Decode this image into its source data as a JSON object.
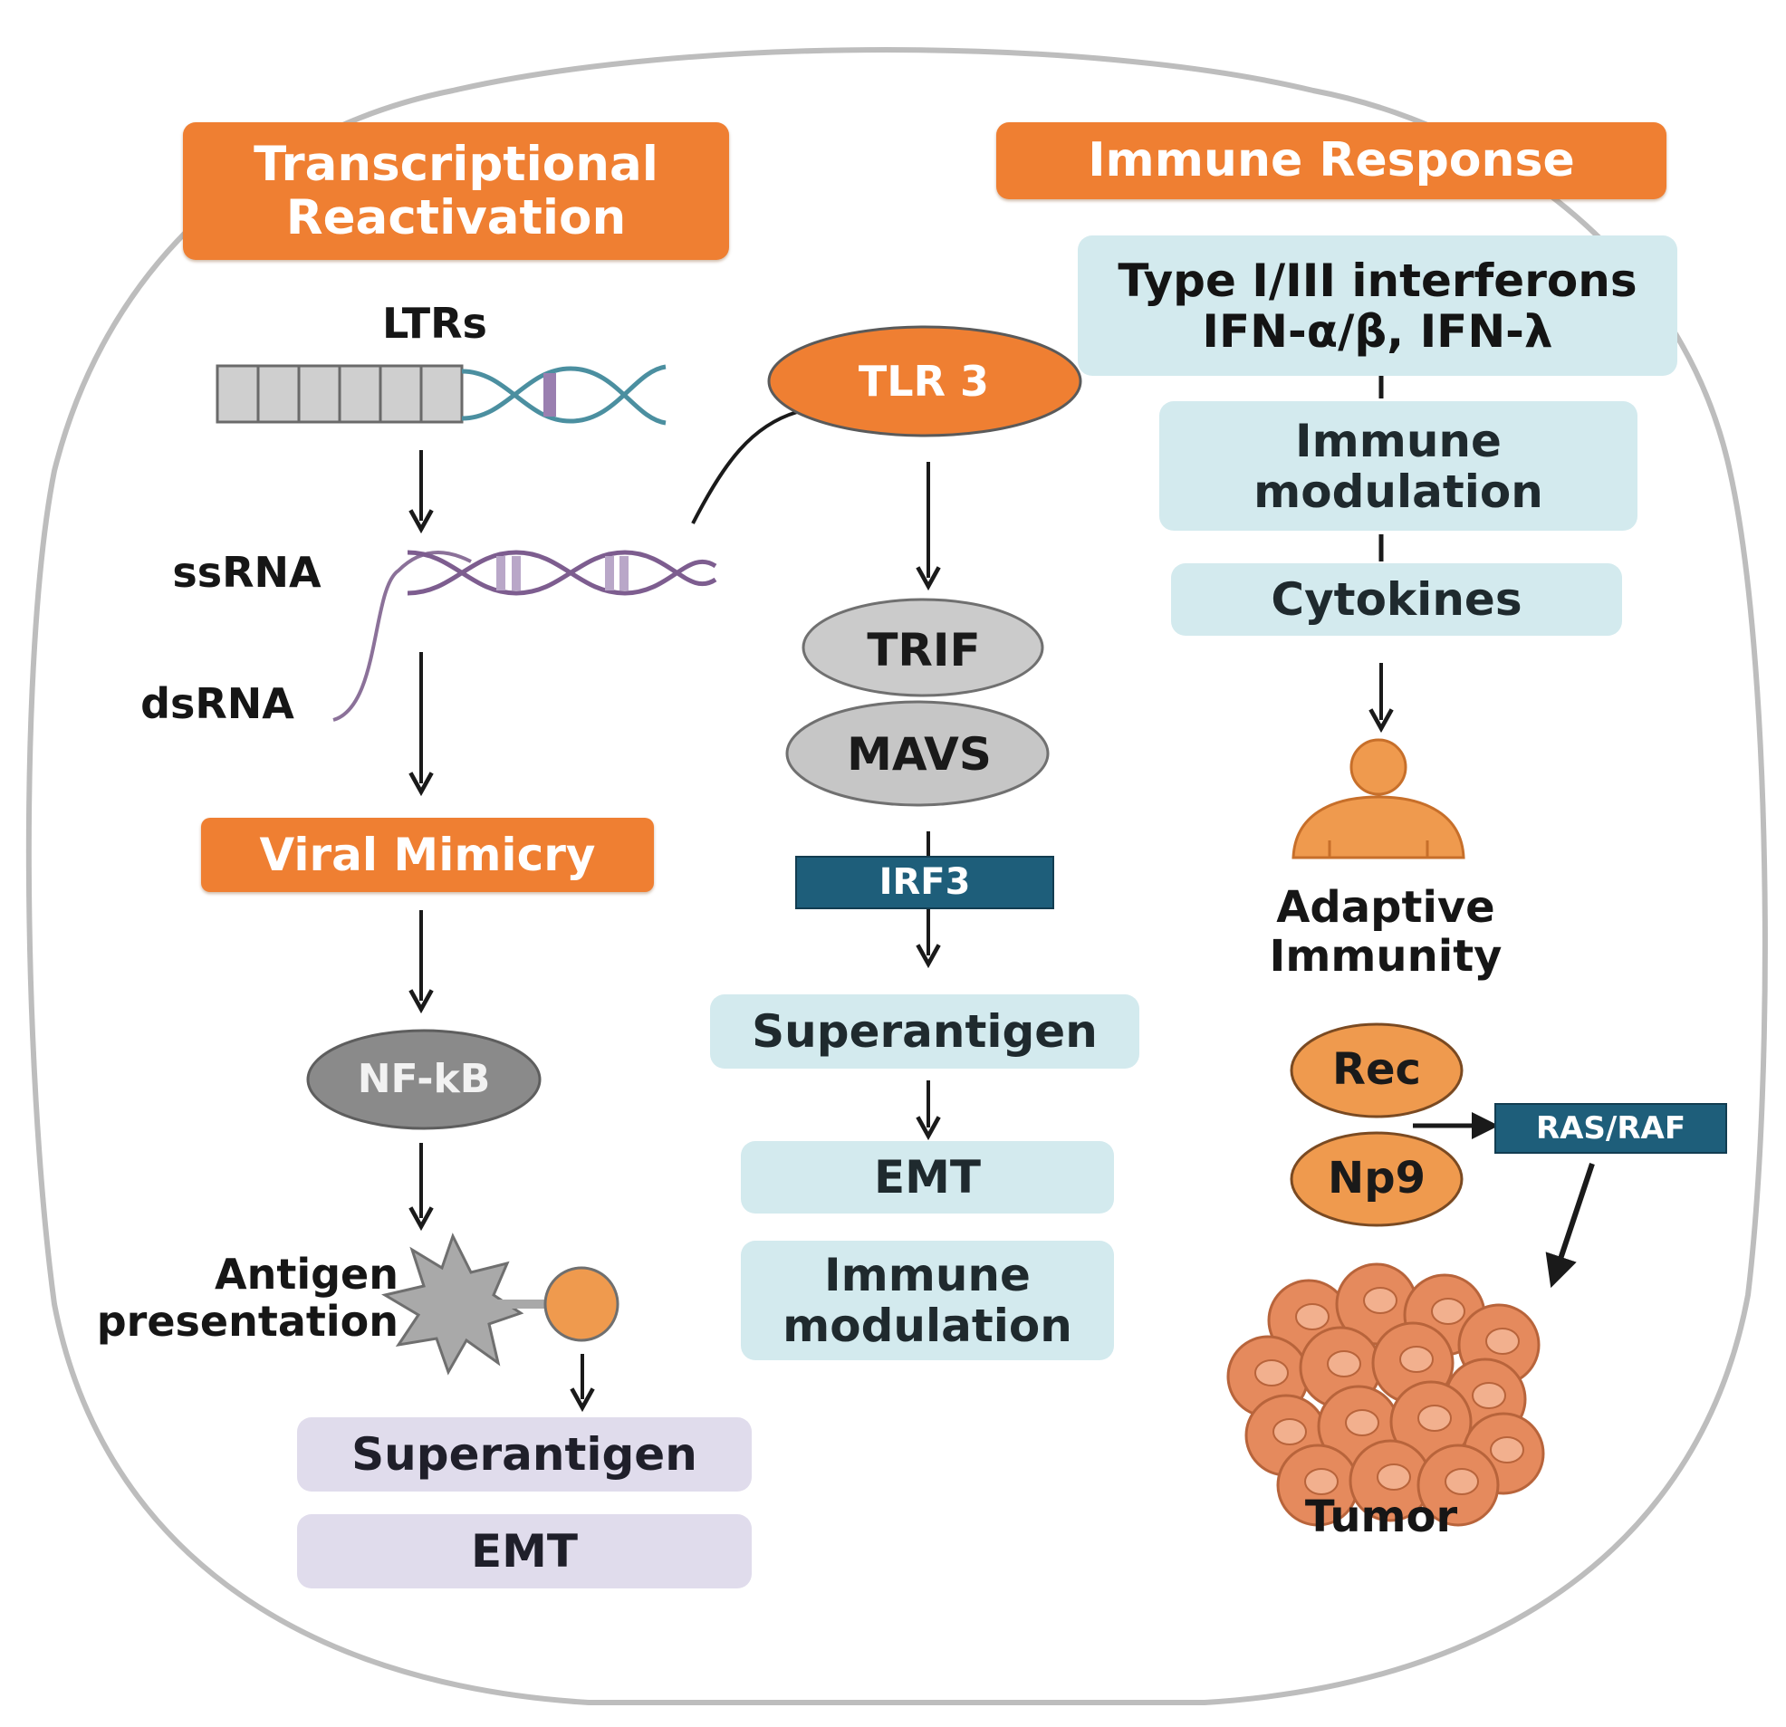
{
  "left": {
    "header": "Transcriptional\nReactivation",
    "ltrs": "LTRs",
    "ssrna": "ssRNA",
    "dsrna": "dsRNA",
    "viral_mimicry": "Viral Mimicry",
    "nfkb": "NF-kB",
    "antigen_presentation": "Antigen\npresentation",
    "superantigen": "Superantigen",
    "emt": "EMT"
  },
  "middle": {
    "tlr3": "TLR 3",
    "trif": "TRIF",
    "mavs": "MAVS",
    "irf3": "IRF3",
    "superantigen": "Superantigen",
    "emt": "EMT",
    "immune_modulation": "Immune\nmodulation"
  },
  "right": {
    "header": "Immune Response",
    "interferons": "Type I/III interferons\nIFN-α/β, IFN-λ",
    "immune_modulation": "Immune\nmodulation",
    "cytokines": "Cytokines",
    "adaptive_immunity": "Adaptive\nImmunity",
    "rec": "Rec",
    "np9": "Np9",
    "ras_raf": "RAS/RAF",
    "tumor": "Tumor"
  },
  "colors": {
    "orange": "#ef7f32",
    "light_blue": "#d3eaee",
    "lavender": "#e0dcec",
    "teal": "#1e5e7a",
    "gray_oval": "#c9c9c9",
    "dark_gray_oval": "#8a8a8a",
    "tumor_cell": "#e58a5d",
    "cell_membrane": "#bdbdbd"
  }
}
